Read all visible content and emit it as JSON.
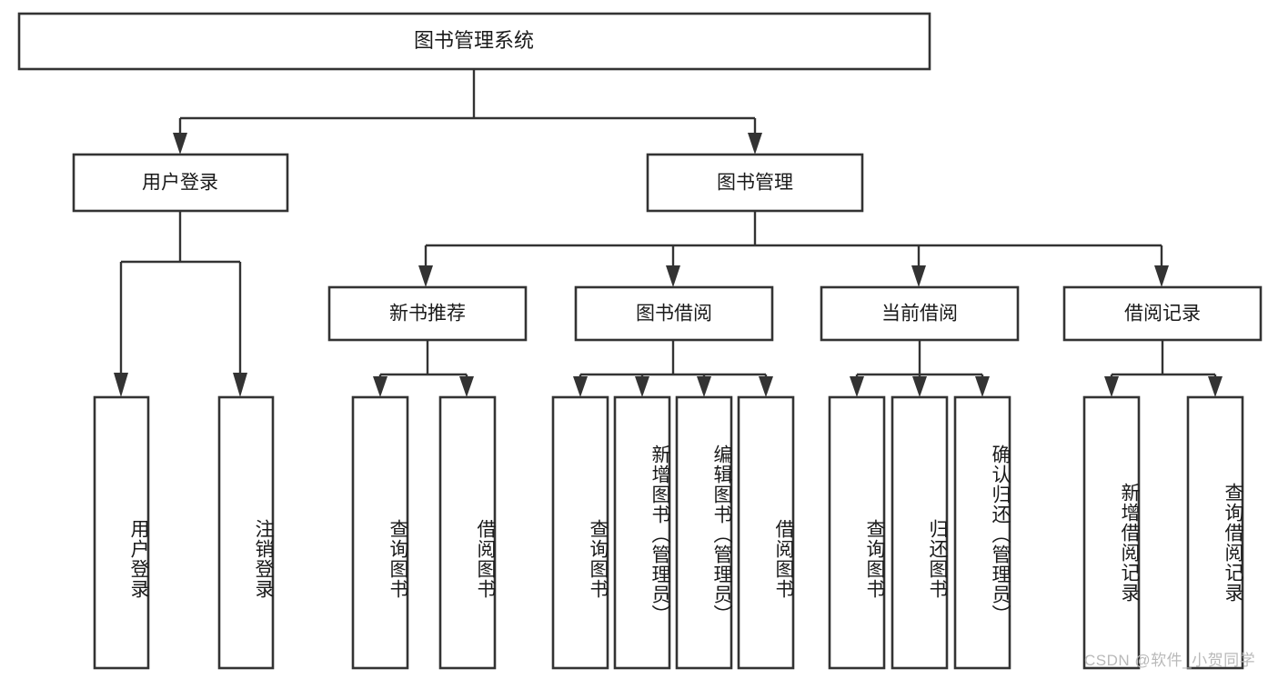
{
  "diagram": {
    "type": "tree",
    "title": "图书管理系统",
    "watermark": "CSDN @软件_小贺同学",
    "colors": {
      "stroke": "#333333",
      "fill": "#ffffff",
      "text": "#1a1a1a",
      "watermark": "#b9b9b9",
      "background": "#ffffff"
    },
    "root": {
      "label": "图书管理系统"
    },
    "level2": [
      {
        "label": "用户登录"
      },
      {
        "label": "图书管理"
      }
    ],
    "level3": [
      {
        "label": "新书推荐"
      },
      {
        "label": "图书借阅"
      },
      {
        "label": "当前借阅"
      },
      {
        "label": "借阅记录"
      }
    ],
    "leaves": {
      "user_login": [
        {
          "label": "用户登录"
        },
        {
          "label": "注销登录"
        }
      ],
      "new_book_recommend": [
        {
          "label": "查询图书"
        },
        {
          "label": "借阅图书"
        }
      ],
      "book_borrow": [
        {
          "label": "查询图书"
        },
        {
          "label": "新增图书（管理员）"
        },
        {
          "label": "编辑图书（管理员）"
        },
        {
          "label": "借阅图书"
        }
      ],
      "current_borrow": [
        {
          "label": "查询图书"
        },
        {
          "label": "归还图书"
        },
        {
          "label": "确认归还（管理员）"
        }
      ],
      "borrow_record": [
        {
          "label": "新增借阅记录"
        },
        {
          "label": "查询借阅记录"
        }
      ]
    }
  }
}
